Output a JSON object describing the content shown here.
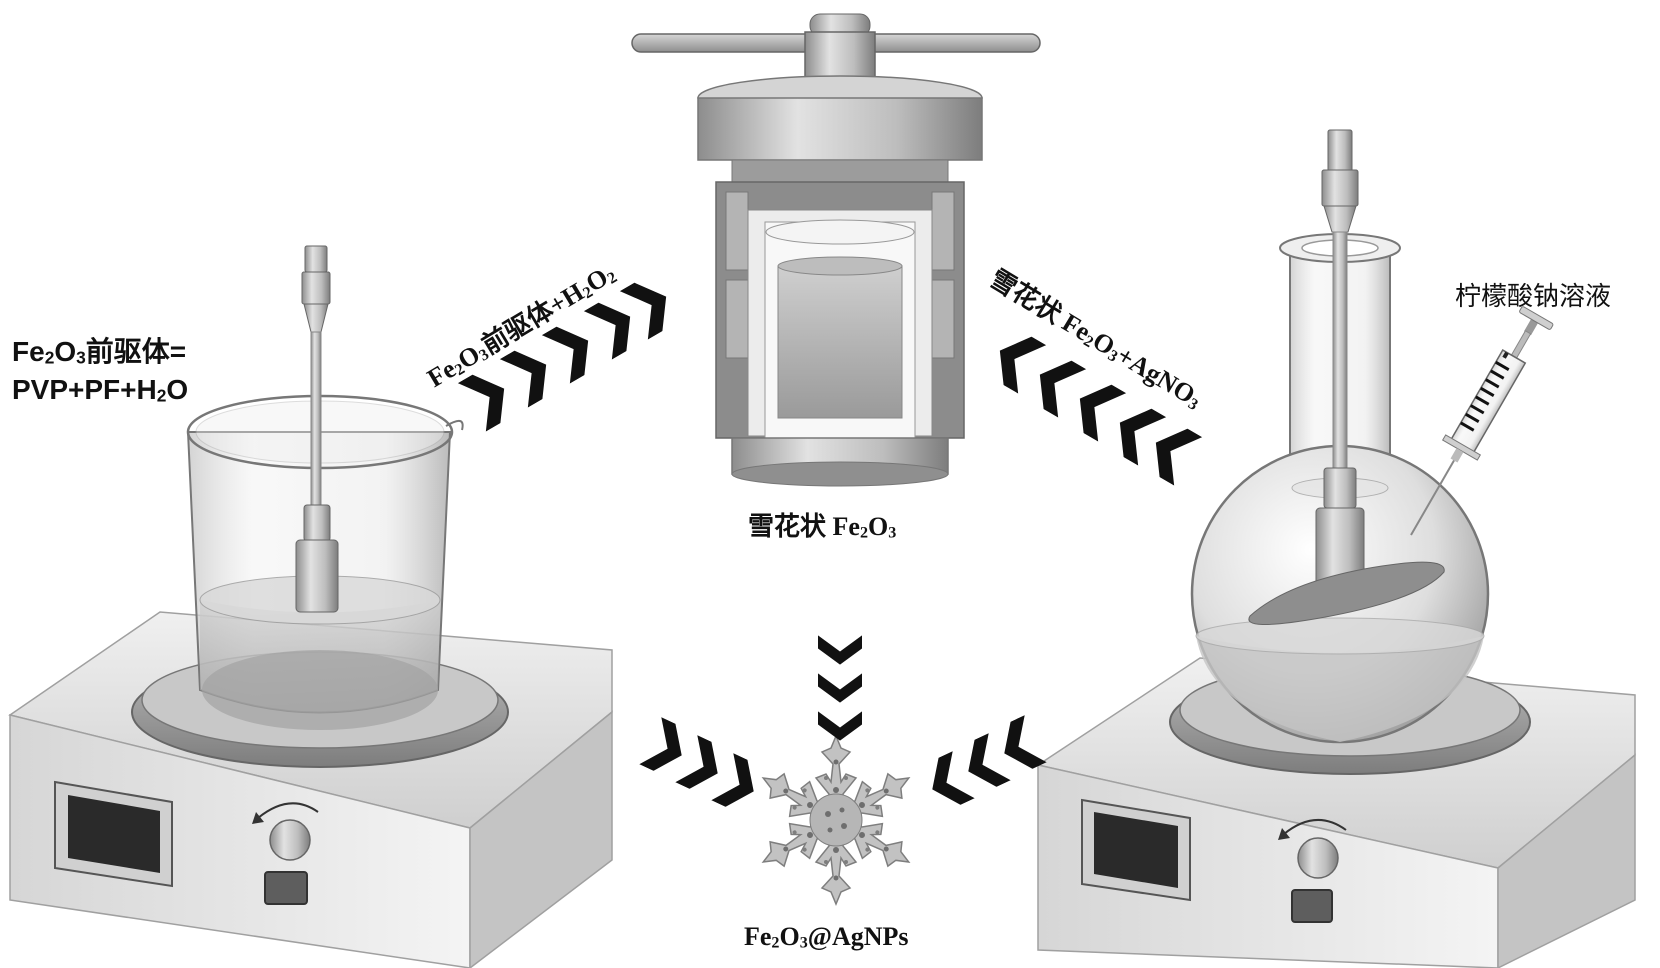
{
  "labels": {
    "precursor_def_line1": [
      "Fe",
      "2",
      "O",
      "3",
      "前驱体="
    ],
    "precursor_def_line2": [
      "PVP+PF+H",
      "2",
      "O"
    ],
    "left_arrow_caption": [
      "Fe",
      "2",
      "O",
      "3",
      "前驱体+H",
      "2",
      "O",
      "2"
    ],
    "right_arrow_caption": [
      "雪花状 Fe",
      "2",
      "O",
      "3",
      "+AgNO",
      "3"
    ],
    "autoclave_caption": [
      "雪花状 Fe",
      "2",
      "O",
      "3"
    ],
    "syringe_caption": "柠檬酸钠溶液",
    "product_caption": [
      "Fe",
      "2",
      "O",
      "3",
      "@AgNPs"
    ]
  },
  "colors": {
    "arrow": "#111111",
    "steel_light": "#d8d8d8",
    "steel_dark": "#8a8a8a",
    "liquid": "#a8a8a8"
  }
}
